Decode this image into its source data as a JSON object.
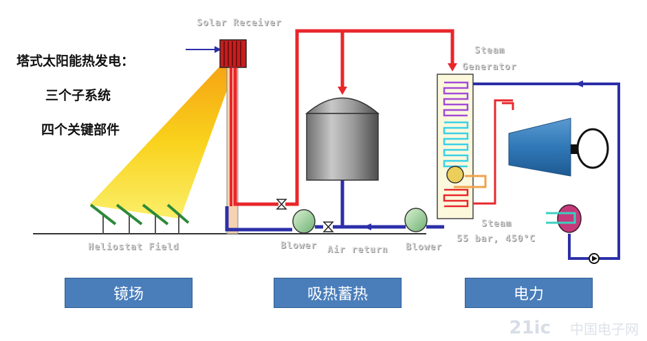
{
  "header": {
    "title": "塔式太阳能热发电：",
    "line2": "三个子系统",
    "line3": "四个关键部件"
  },
  "labels": {
    "solar_receiver": "Solar Receiver",
    "steam_generator_1": "Steam",
    "steam_generator_2": "Generator",
    "heliostat_field": "Heliostat Field",
    "blower_left": "Blower",
    "air_return": "Air return",
    "blower_right": "Blower",
    "steam_out_1": "Steam",
    "steam_out_2": "55 bar, 450°C"
  },
  "categories": {
    "mirror_field": "镜场",
    "heat_absorption_storage": "吸热蓄热",
    "power": "电力"
  },
  "watermark": {
    "logo": "21ic",
    "site": "中国电子网"
  },
  "colors": {
    "hot_pipe": "#e8262b",
    "cold_pipe": "#2b2fa8",
    "category_bg": "#4a7ebb"
  }
}
